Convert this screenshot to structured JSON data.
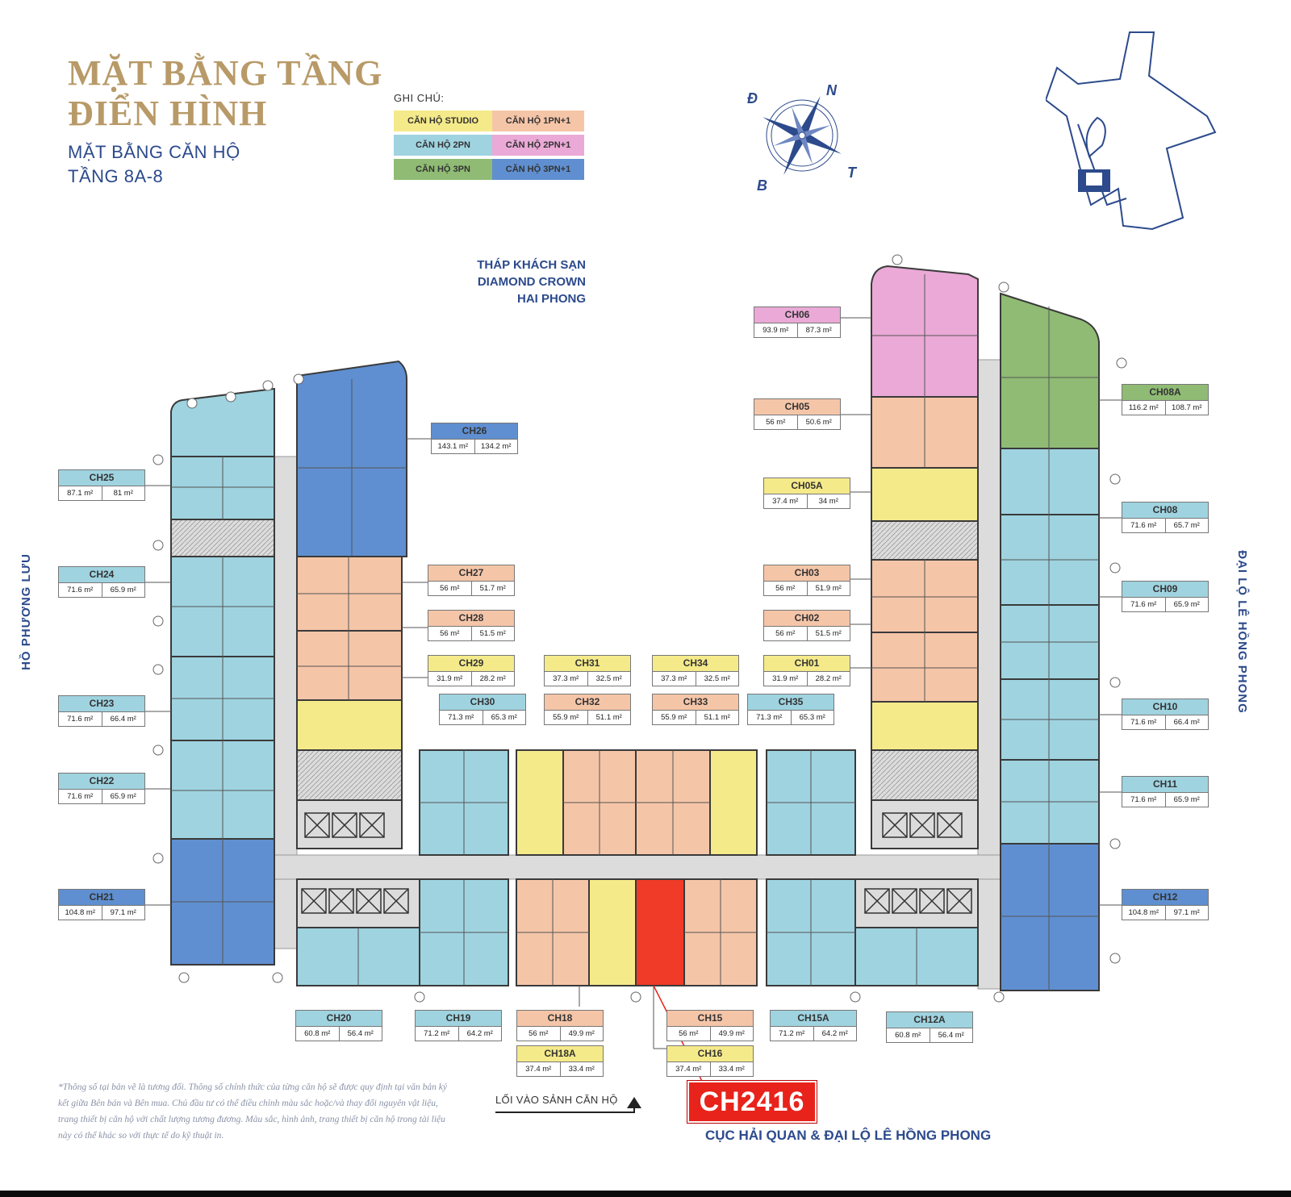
{
  "title": {
    "line1": "MẶT BẰNG TẦNG",
    "line2": "ĐIỂN HÌNH",
    "sub1": "MẶT BẰNG CĂN HỘ",
    "sub2": "TẦNG 8A-8"
  },
  "legend": {
    "title": "GHI CHÚ:",
    "items": [
      {
        "label": "CĂN HỘ STUDIO",
        "color": "#f5ea8a"
      },
      {
        "label": "CĂN HỘ 1PN+1",
        "color": "#f5c5a8"
      },
      {
        "label": "CĂN HỘ 2PN",
        "color": "#9fd3e0"
      },
      {
        "label": "CĂN HỘ 2PN+1",
        "color": "#eaa9d6"
      },
      {
        "label": "CĂN HỘ 3PN",
        "color": "#8fbb74"
      },
      {
        "label": "CĂN HỘ 3PN+1",
        "color": "#5f8fd0"
      }
    ]
  },
  "compass": {
    "n": "N",
    "d": "Đ",
    "b": "B",
    "t": "T"
  },
  "labels": {
    "hotel1": "THÁP KHÁCH SẠN",
    "hotel2": "DIAMOND CROWN",
    "hotel3": "HAI PHONG",
    "left_side": "HỒ PHƯƠNG LƯU",
    "right_side": "ĐẠI LỘ LÊ HỒNG PHONG",
    "bottom_road": "CỤC HẢI QUAN & ĐẠI LỘ LÊ HỒNG PHONG",
    "entrance": "LỐI VÀO SẢNH CĂN HỘ",
    "highlight": "CH2416"
  },
  "note": "*Thông số tại bản vẽ là tương đối. Thông số chính thức của từng căn hộ sẽ được quy định tại văn bản ký kết giữa Bên bán và Bên mua. Chủ đầu tư có thể điều chỉnh màu sắc hoặc/và thay đổi nguyên vật liệu, trang thiết bị căn hộ với chất lượng tương đương. Màu sắc, hình ảnh, trang thiết bị căn hộ trong tài liệu này có thể khác so với thực tế do kỹ thuật in.",
  "units": [
    {
      "id": "CH06",
      "a1": "93.9 m²",
      "a2": "87.3 m²",
      "type": "2pn1"
    },
    {
      "id": "CH05",
      "a1": "56 m²",
      "a2": "50.6 m²",
      "type": "1pn1"
    },
    {
      "id": "CH05A",
      "a1": "37.4 m²",
      "a2": "34 m²",
      "type": "studio"
    },
    {
      "id": "CH03",
      "a1": "56 m²",
      "a2": "51.9 m²",
      "type": "1pn1"
    },
    {
      "id": "CH02",
      "a1": "56 m²",
      "a2": "51.5 m²",
      "type": "1pn1"
    },
    {
      "id": "CH01",
      "a1": "31.9 m²",
      "a2": "28.2 m²",
      "type": "studio"
    },
    {
      "id": "CH08A",
      "a1": "116.2 m²",
      "a2": "108.7 m²",
      "type": "3pn"
    },
    {
      "id": "CH08",
      "a1": "71.6 m²",
      "a2": "65.7 m²",
      "type": "2pn"
    },
    {
      "id": "CH09",
      "a1": "71.6 m²",
      "a2": "65.9 m²",
      "type": "2pn"
    },
    {
      "id": "CH10",
      "a1": "71.6 m²",
      "a2": "66.4 m²",
      "type": "2pn"
    },
    {
      "id": "CH11",
      "a1": "71.6 m²",
      "a2": "65.9 m²",
      "type": "2pn"
    },
    {
      "id": "CH12",
      "a1": "104.8 m²",
      "a2": "97.1 m²",
      "type": "3pn1"
    },
    {
      "id": "CH26",
      "a1": "143.1 m²",
      "a2": "134.2 m²",
      "type": "3pn1"
    },
    {
      "id": "CH25",
      "a1": "87.1 m²",
      "a2": "81 m²",
      "type": "2pn"
    },
    {
      "id": "CH24",
      "a1": "71.6 m²",
      "a2": "65.9 m²",
      "type": "2pn"
    },
    {
      "id": "CH23",
      "a1": "71.6 m²",
      "a2": "66.4 m²",
      "type": "2pn"
    },
    {
      "id": "CH22",
      "a1": "71.6 m²",
      "a2": "65.9 m²",
      "type": "2pn"
    },
    {
      "id": "CH21",
      "a1": "104.8 m²",
      "a2": "97.1 m²",
      "type": "3pn1"
    },
    {
      "id": "CH27",
      "a1": "56 m²",
      "a2": "51.7 m²",
      "type": "1pn1"
    },
    {
      "id": "CH28",
      "a1": "56 m²",
      "a2": "51.5 m²",
      "type": "1pn1"
    },
    {
      "id": "CH29",
      "a1": "31.9 m²",
      "a2": "28.2 m²",
      "type": "studio"
    },
    {
      "id": "CH30",
      "a1": "71.3 m²",
      "a2": "65.3 m²",
      "type": "2pn"
    },
    {
      "id": "CH31",
      "a1": "37.3 m²",
      "a2": "32.5 m²",
      "type": "studio"
    },
    {
      "id": "CH32",
      "a1": "55.9 m²",
      "a2": "51.1 m²",
      "type": "1pn1"
    },
    {
      "id": "CH34",
      "a1": "37.3 m²",
      "a2": "32.5 m²",
      "type": "studio"
    },
    {
      "id": "CH33",
      "a1": "55.9 m²",
      "a2": "51.1 m²",
      "type": "1pn1"
    },
    {
      "id": "CH35",
      "a1": "71.3 m²",
      "a2": "65.3 m²",
      "type": "2pn"
    },
    {
      "id": "CH20",
      "a1": "60.8 m²",
      "a2": "56.4 m²",
      "type": "2pn"
    },
    {
      "id": "CH19",
      "a1": "71.2 m²",
      "a2": "64.2 m²",
      "type": "2pn"
    },
    {
      "id": "CH18",
      "a1": "56 m²",
      "a2": "49.9 m²",
      "type": "1pn1"
    },
    {
      "id": "CH18A",
      "a1": "37.4 m²",
      "a2": "33.4 m²",
      "type": "studio"
    },
    {
      "id": "CH15",
      "a1": "56 m²",
      "a2": "49.9 m²",
      "type": "1pn1"
    },
    {
      "id": "CH16",
      "a1": "37.4 m²",
      "a2": "33.4 m²",
      "type": "studio"
    },
    {
      "id": "CH15A",
      "a1": "71.2 m²",
      "a2": "64.2 m²",
      "type": "2pn"
    },
    {
      "id": "CH12A",
      "a1": "60.8 m²",
      "a2": "56.4 m²",
      "type": "2pn"
    }
  ]
}
